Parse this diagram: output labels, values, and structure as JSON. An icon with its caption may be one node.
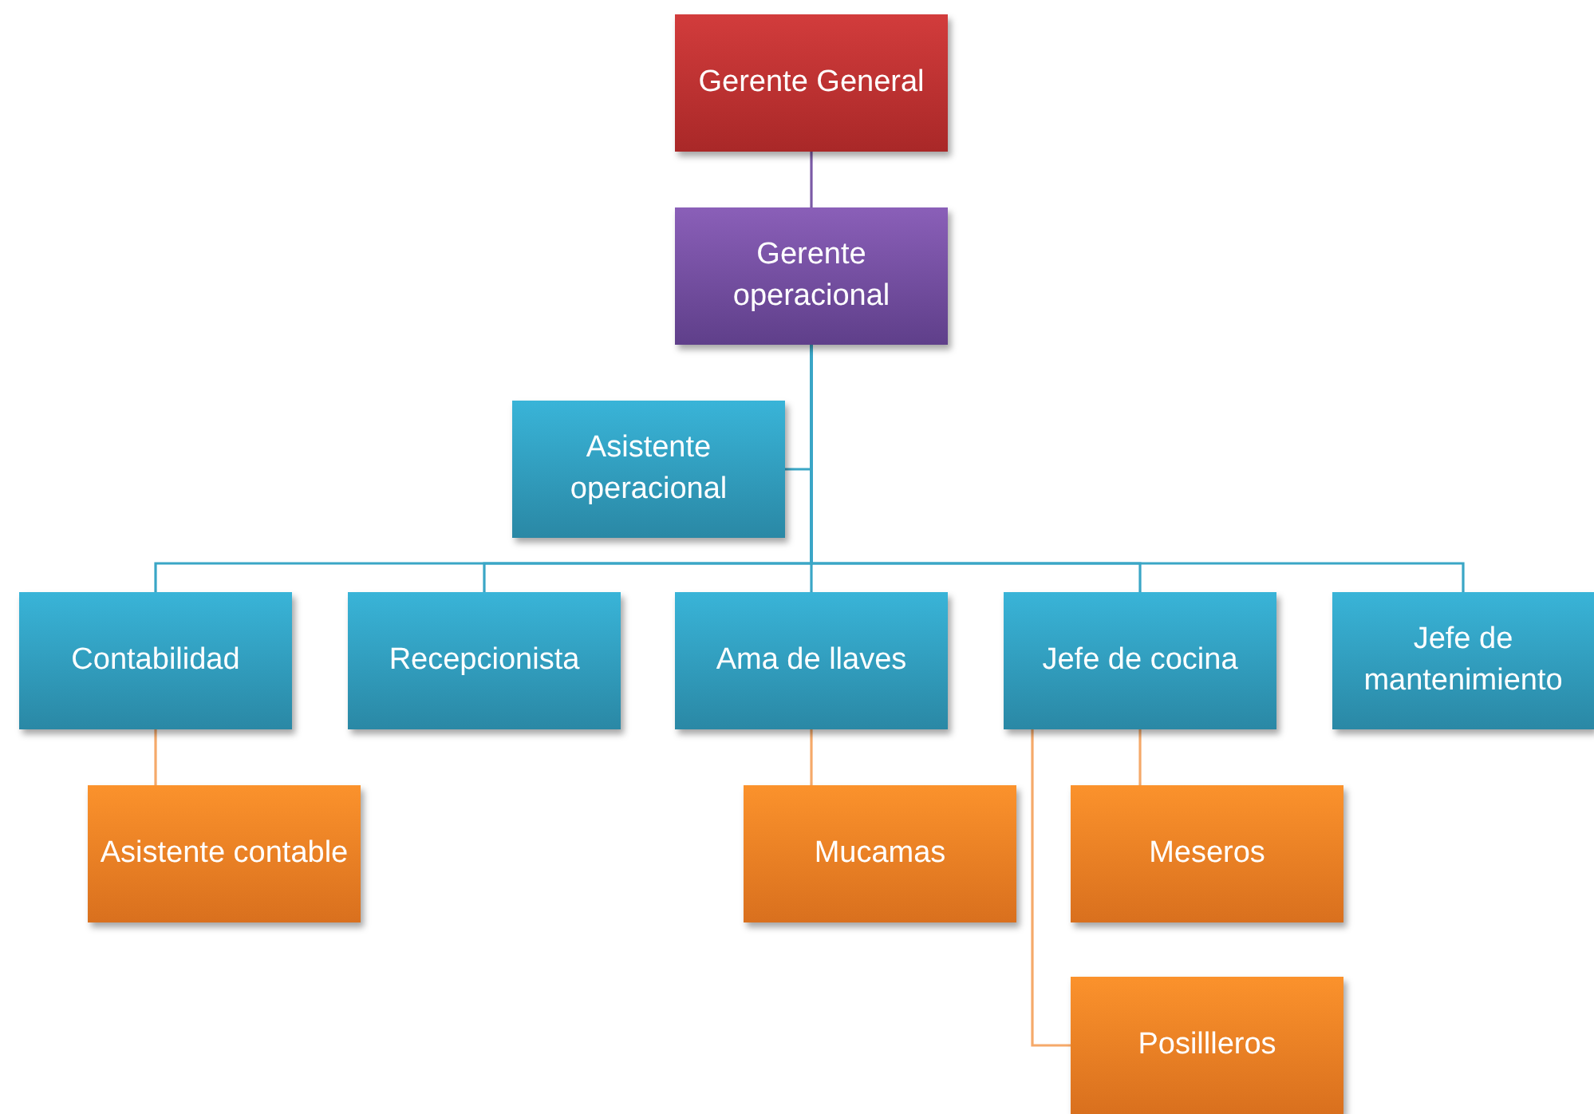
{
  "diagram": {
    "nodes": [
      {
        "text": [
          "Gerente General"
        ]
      },
      {
        "text": [
          "Gerente operacional"
        ]
      },
      {
        "text": [
          "Asistente operacional"
        ]
      },
      {
        "text": [
          "Contabilidad"
        ]
      },
      {
        "text": [
          "Recepcionista"
        ]
      },
      {
        "text": [
          "Ama de llaves"
        ]
      },
      {
        "text": [
          "Jefe de cocina"
        ]
      },
      {
        "text": [
          "Jefe de mantenimiento"
        ]
      },
      {
        "text": [
          "Asistente contable"
        ]
      },
      {
        "text": [
          "Mucamas"
        ]
      },
      {
        "text": [
          "Meseros"
        ]
      },
      {
        "text": [
          "Posillleros"
        ]
      }
    ],
    "edges": [
      {
        "from": 0,
        "to": 1,
        "arrow": "none",
        "color": "#7b5aa6"
      },
      {
        "from": 1,
        "to": 2,
        "arrow": "none"
      },
      {
        "from": 1,
        "to": 3,
        "arrow": "none"
      },
      {
        "from": 1,
        "to": 4,
        "arrow": "none"
      },
      {
        "from": 1,
        "to": 5,
        "arrow": "none"
      },
      {
        "from": 1,
        "to": 6,
        "arrow": "none"
      },
      {
        "from": 1,
        "to": 7,
        "arrow": "none"
      },
      {
        "from": 3,
        "to": 8,
        "arrow": "none",
        "color": "#f5a96a"
      },
      {
        "from": 5,
        "to": 9,
        "arrow": "none",
        "color": "#f5a96a"
      },
      {
        "from": 6,
        "to": 10,
        "arrow": "none",
        "color": "#f5a96a"
      },
      {
        "from": 6,
        "to": 11,
        "arrow": "none",
        "color": "#f5a96a"
      }
    ]
  }
}
